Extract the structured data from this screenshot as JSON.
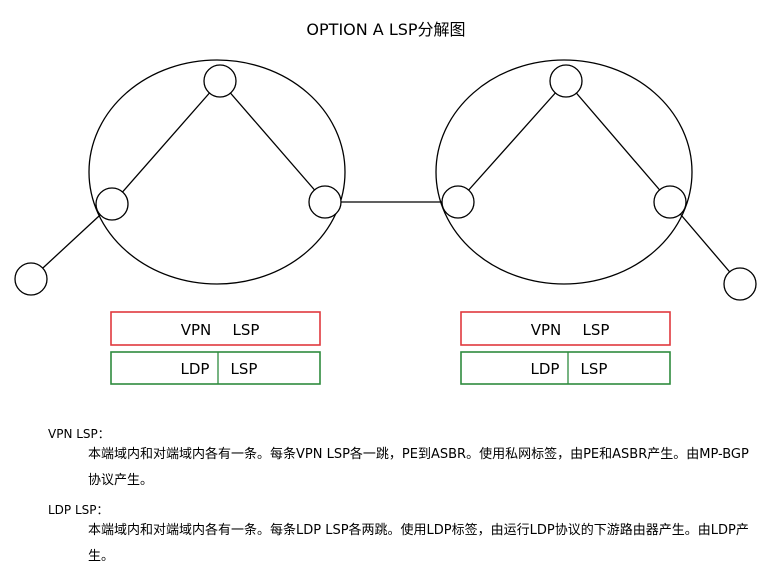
{
  "title": "OPTION A LSP分解图",
  "colors": {
    "vpn_box": "#e0393e",
    "ldp_box": "#2e8b3e",
    "line": "#000000"
  },
  "left_domain": {
    "vpn_label_a": "VPN",
    "vpn_label_b": "LSP",
    "ldp_label_a": "LDP",
    "ldp_label_b": "LSP"
  },
  "right_domain": {
    "vpn_label_a": "VPN",
    "vpn_label_b": "LSP",
    "ldp_label_a": "LDP",
    "ldp_label_b": "LSP"
  },
  "notes": {
    "vpn_head": "VPN LSP：",
    "vpn_body": "本端域内和对端域内各有一条。每条VPN LSP各一跳，PE到ASBR。使用私网标签，由PE和ASBR产生。由MP-BGP协议产生。",
    "ldp_head": "LDP LSP：",
    "ldp_body": "本端域内和对端域内各有一条。每条LDP LSP各两跳。使用LDP标签，由运行LDP协议的下游路由器产生。由LDP产生。"
  }
}
